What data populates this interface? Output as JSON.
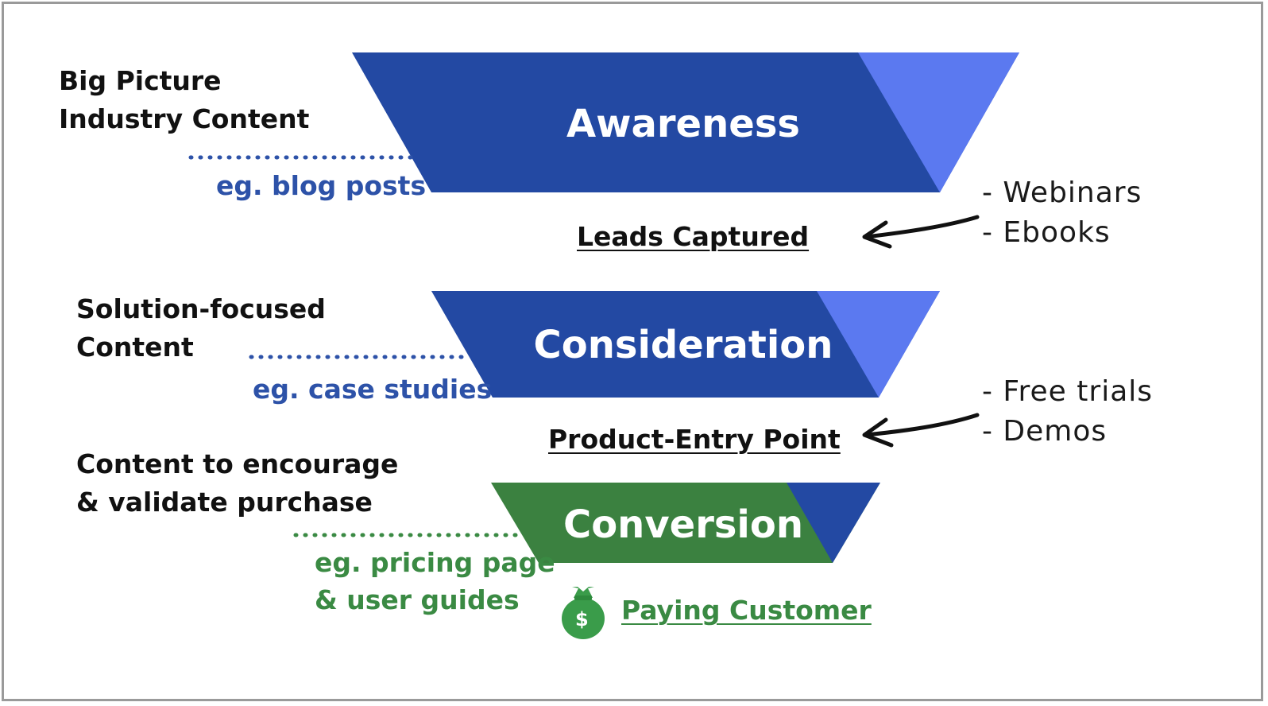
{
  "colors": {
    "funnel_dark_blue": "#2349a3",
    "funnel_light_blue": "#5b79f0",
    "funnel_green": "#3b8140",
    "label_blue": "#2d52a8",
    "label_green": "#3a8a43"
  },
  "stages": {
    "awareness": "Awareness",
    "consideration": "Consideration",
    "conversion": "Conversion"
  },
  "left_labels": {
    "awareness_line1": "Big Picture",
    "awareness_line2": "Industry Content",
    "awareness_example": "eg. blog posts",
    "consideration_line1": "Solution-focused",
    "consideration_line2": "Content",
    "consideration_example": "eg. case studies",
    "conversion_line1": "Content to encourage",
    "conversion_line2": "& validate purchase",
    "conversion_example_line1": "eg. pricing page",
    "conversion_example_line2": "& user guides"
  },
  "transitions": {
    "leads": "Leads Captured",
    "product_entry": "Product-Entry Point",
    "paying": "Paying Customer"
  },
  "right_notes": {
    "first": [
      "- Webinars",
      "- Ebooks"
    ],
    "second": [
      "- Free trials",
      "- Demos"
    ]
  },
  "icons": {
    "money_bag": "money-bag-icon",
    "arrow": "arrow-left-icon",
    "currency_symbol": "$"
  }
}
